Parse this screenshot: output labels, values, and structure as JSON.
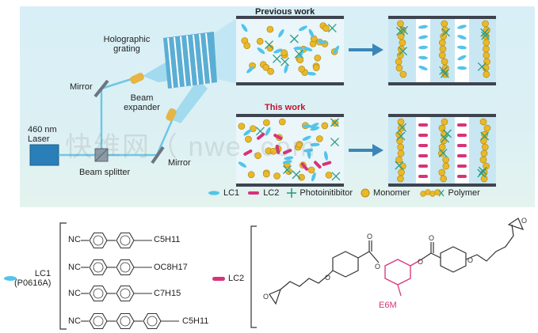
{
  "setup": {
    "laser_label": "460 nm\nLaser",
    "beam_splitter": "Beam splitter",
    "mirror_top": "Mirror",
    "mirror_bottom": "Mirror",
    "beam_expander": "Beam\nexpander",
    "grating": "Holographic\ngrating"
  },
  "panels": {
    "previous": "Previous work",
    "this": "This work"
  },
  "legend": {
    "lc1": "LC1",
    "lc2": "LC2",
    "photoinhibitor": "Photoinitibitor",
    "monomer": "Monomer",
    "polymer": "Polymer"
  },
  "chem": {
    "lc1_name": "LC1",
    "lc1_code": "(P0616A)",
    "lc2_name": "LC2",
    "e6m": "E6M",
    "rows": [
      {
        "left": "NC",
        "right": "C5H11"
      },
      {
        "left": "NC",
        "right": "OC8H17"
      },
      {
        "left": "NC",
        "right": "C7H15"
      },
      {
        "left": "NC",
        "right": "C5H11"
      }
    ]
  },
  "watermark": "快维网（ nwe .com",
  "colors": {
    "panel_bg": "#d6eef6",
    "cyan": "#52c4ea",
    "magenta": "#d6337a",
    "gold": "#e9b92a",
    "arrow": "#3a86b9",
    "bar": "#3d4450",
    "green": "#2e9c82"
  }
}
